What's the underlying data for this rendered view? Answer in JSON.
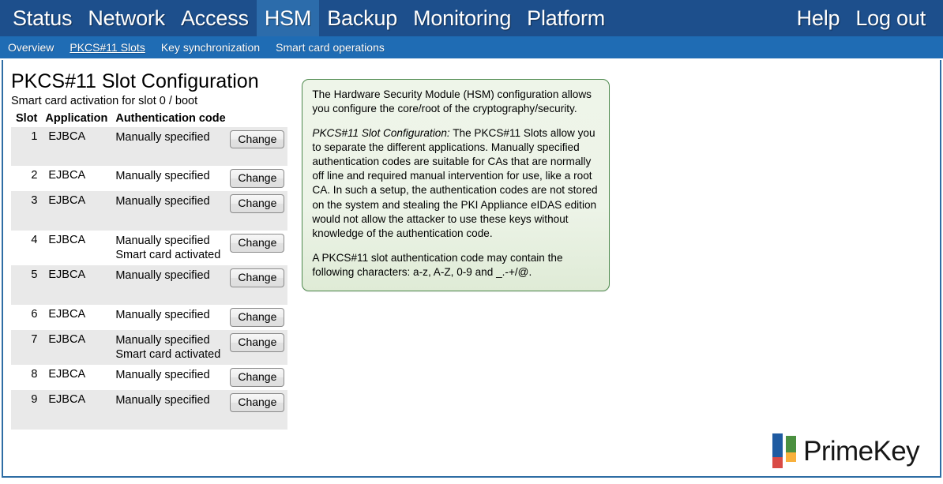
{
  "topnav": {
    "items": [
      {
        "label": "Status",
        "active": false
      },
      {
        "label": "Network",
        "active": false
      },
      {
        "label": "Access",
        "active": false
      },
      {
        "label": "HSM",
        "active": true
      },
      {
        "label": "Backup",
        "active": false
      },
      {
        "label": "Monitoring",
        "active": false
      },
      {
        "label": "Platform",
        "active": false
      }
    ],
    "right_items": [
      {
        "label": "Help"
      },
      {
        "label": "Log out"
      }
    ]
  },
  "subnav": {
    "items": [
      {
        "label": "Overview",
        "active": false
      },
      {
        "label": "PKCS#11 Slots",
        "active": true
      },
      {
        "label": "Key synchronization",
        "active": false
      },
      {
        "label": "Smart card operations",
        "active": false
      }
    ]
  },
  "main": {
    "title": "PKCS#11 Slot Configuration",
    "subtitle": "Smart card activation for slot 0 / boot",
    "table": {
      "headers": {
        "slot": "Slot",
        "application": "Application",
        "auth_code": "Authentication code"
      },
      "button_label": "Change",
      "rows": [
        {
          "slot": "1",
          "application": "EJBCA",
          "auth": [
            "Manually specified"
          ],
          "button": "Change"
        },
        {
          "slot": "2",
          "application": "EJBCA",
          "auth": [
            "Manually specified"
          ],
          "button": "Change"
        },
        {
          "slot": "3",
          "application": "EJBCA",
          "auth": [
            "Manually specified"
          ],
          "button": "Change"
        },
        {
          "slot": "4",
          "application": "EJBCA",
          "auth": [
            "Manually specified",
            "Smart card activated"
          ],
          "button": "Change"
        },
        {
          "slot": "5",
          "application": "EJBCA",
          "auth": [
            "Manually specified"
          ],
          "button": "Change"
        },
        {
          "slot": "6",
          "application": "EJBCA",
          "auth": [
            "Manually specified"
          ],
          "button": "Change"
        },
        {
          "slot": "7",
          "application": "EJBCA",
          "auth": [
            "Manually specified",
            "Smart card activated"
          ],
          "button": "Change"
        },
        {
          "slot": "8",
          "application": "EJBCA",
          "auth": [
            "Manually specified"
          ],
          "button": "Change"
        },
        {
          "slot": "9",
          "application": "EJBCA",
          "auth": [
            "Manually specified"
          ],
          "button": "Change"
        }
      ]
    }
  },
  "infobox": {
    "paragraph_1": "The Hardware Security Module (HSM) configuration allows you configure the core/root of the cryptography/security.",
    "paragraph_2_label": "PKCS#11 Slot Configuration:",
    "paragraph_2_text": " The PKCS#11 Slots allow you to separate the different applications. Manually specified authentication codes are suitable for CAs that are normally off line and required manual intervention for use, like a root CA. In such a setup, the authentication codes are not stored on the system and stealing the PKI Appliance eIDAS edition would not allow the attacker to use these keys without knowledge of the authentication code.",
    "paragraph_3": "A PKCS#11 slot authentication code may contain the following characters: a-z, A-Z, 0-9 and _.-+/@."
  },
  "logo": {
    "text": "PrimeKey",
    "colors": {
      "blue": "#1f5ba1",
      "red": "#d94a45",
      "green": "#4b9040",
      "yellow": "#f8b03c"
    }
  },
  "theme": {
    "topnav_bg": "#1d4f8c",
    "topnav_active_bg": "#2c6cab",
    "subnav_bg": "#1f6cb4",
    "frame_border": "#2e6da4",
    "row_shade": "#e9e9e9",
    "infobox_border": "#4f8a4f"
  }
}
